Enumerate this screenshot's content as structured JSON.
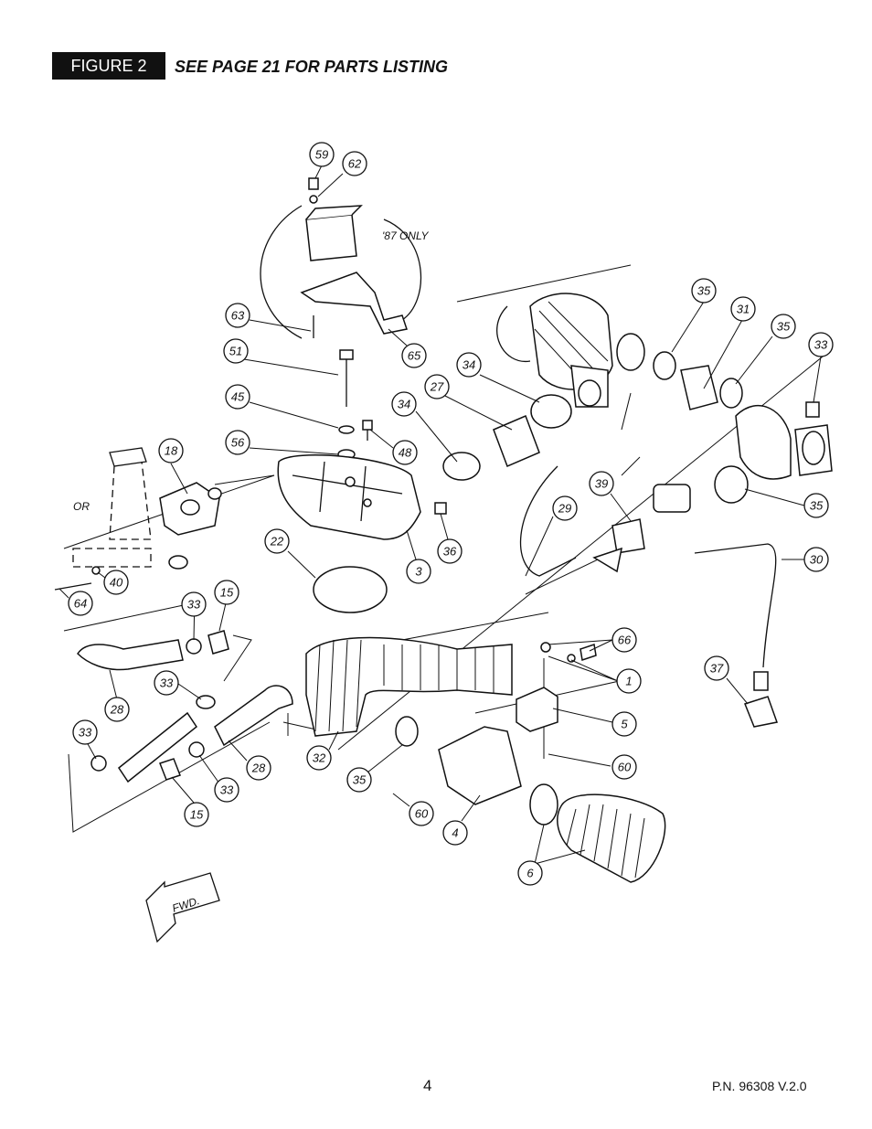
{
  "header": {
    "figure_label": "FIGURE 2",
    "caption": "SEE PAGE 21 FOR PARTS LISTING"
  },
  "diagram": {
    "notes": {
      "only_87": "'87 ONLY",
      "or": "OR",
      "fwd": "FWD."
    },
    "callouts": [
      "59",
      "62",
      "63",
      "65",
      "51",
      "45",
      "56",
      "48",
      "18",
      "40",
      "64",
      "22",
      "3",
      "36",
      "35",
      "31",
      "35",
      "33",
      "34",
      "27",
      "34",
      "39",
      "29",
      "35",
      "30",
      "37",
      "15",
      "33",
      "33",
      "28",
      "28",
      "33",
      "33",
      "15",
      "66",
      "1",
      "5",
      "60",
      "32",
      "35",
      "60",
      "4",
      "6"
    ]
  },
  "footer": {
    "page_number": "4",
    "part_number": "P.N. 96308 V.2.0"
  }
}
